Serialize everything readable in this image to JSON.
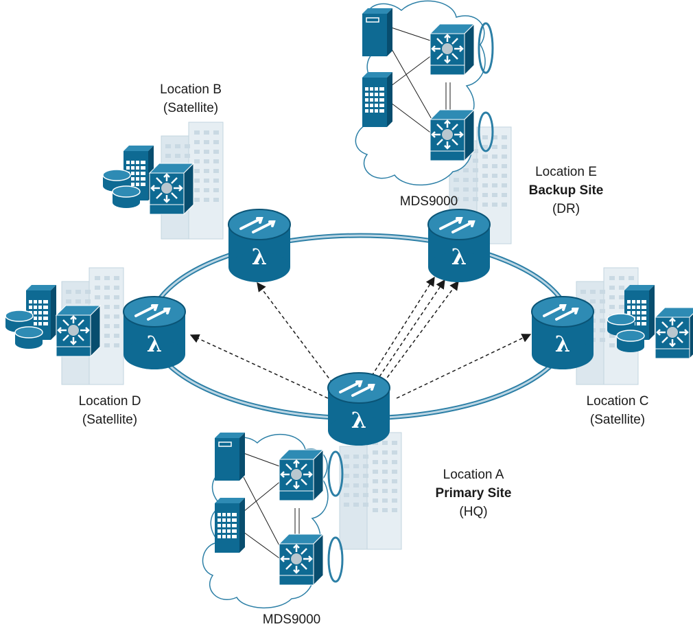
{
  "diagram": {
    "colors": {
      "device_fill": "#0E6A93",
      "device_dark": "#084D6E",
      "device_top": "#2E8BB4",
      "building": "#DCE7EE",
      "building_dark": "#C6D6E0",
      "ring": "#2C7FA6",
      "ring_inner": "#BCD6E4",
      "link_line": "#1a1a1a"
    },
    "ring_node_symbol": "λ",
    "locations": {
      "a": {
        "line1": "Location A",
        "line2": "Primary Site",
        "line3": "(HQ)"
      },
      "b": {
        "line1": "Location B",
        "line2": "(Satellite)"
      },
      "c": {
        "line1": "Location C",
        "line2": "(Satellite)"
      },
      "d": {
        "line1": "Location D",
        "line2": "(Satellite)"
      },
      "e": {
        "line1": "Location E",
        "line2": "Backup Site",
        "line3": "(DR)"
      }
    },
    "mds_top_label": "MDS9000",
    "mds_bottom_label": "MDS9000",
    "icons": [
      "dwdm-ring-node-icon",
      "mds-switch-icon",
      "server-icon",
      "disk-array-icon",
      "disk-stack-icon",
      "building-icon",
      "san-cloud-icon"
    ]
  }
}
